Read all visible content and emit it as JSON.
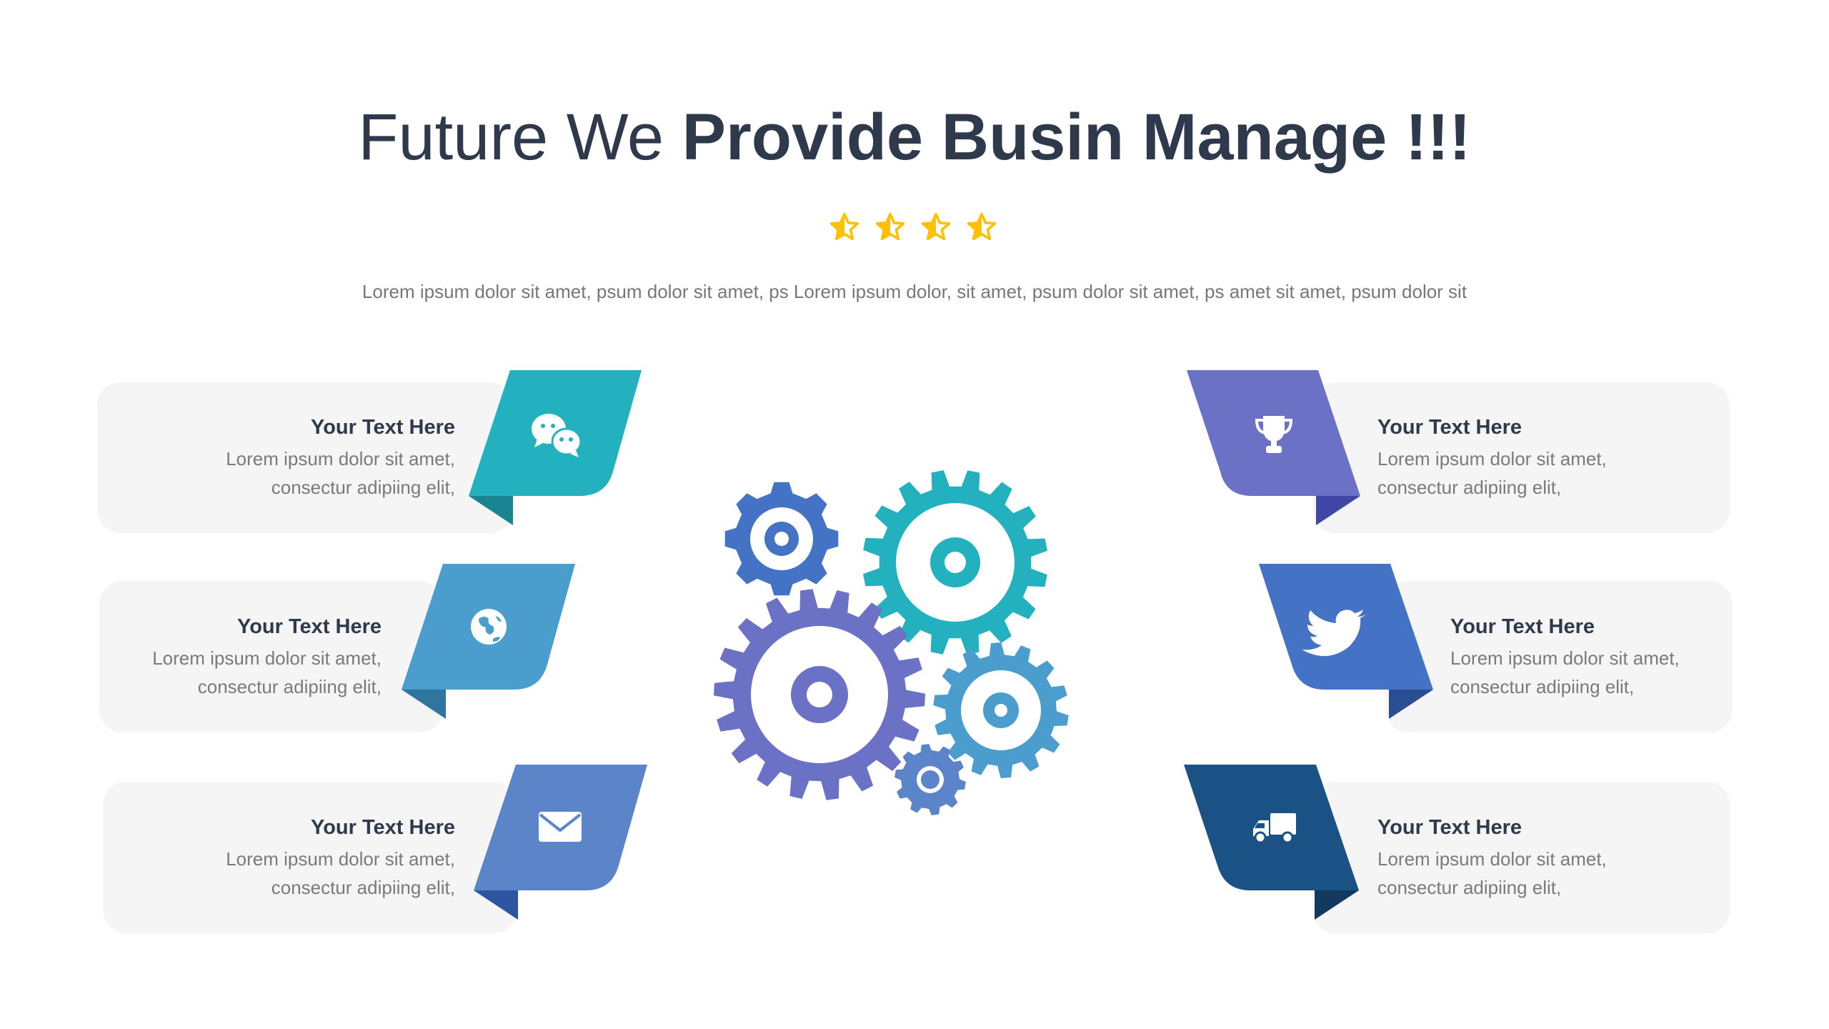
{
  "title": {
    "light": "Future We ",
    "bold": "Provide Busin Manage !!!"
  },
  "rating": {
    "stars": 4,
    "star_color": "#FFC000"
  },
  "subtitle": "Lorem ipsum dolor sit amet, psum dolor sit amet, ps Lorem ipsum dolor, sit amet, psum dolor sit amet, ps amet sit amet, psum dolor sit",
  "items": [
    {
      "title": "Your Text Here",
      "line1": "Lorem ipsum dolor sit amet,",
      "line2": "consectur adipiing elit,",
      "icon": "wechat-icon",
      "color": "#23B1BF",
      "fold": "#1A8590"
    },
    {
      "title": "Your Text Here",
      "line1": "Lorem ipsum dolor sit amet,",
      "line2": "consectur adipiing elit,",
      "icon": "globe-icon",
      "color": "#4A9DCD",
      "fold": "#2F75A0"
    },
    {
      "title": "Your Text Here",
      "line1": "Lorem ipsum dolor sit amet,",
      "line2": "consectur adipiing elit,",
      "icon": "mail-icon",
      "color": "#5B84C9",
      "fold": "#2F55A0"
    },
    {
      "title": "Your Text Here",
      "line1": "Lorem ipsum dolor sit amet,",
      "line2": "consectur adipiing elit,",
      "icon": "trophy-icon",
      "color": "#6B71C4",
      "fold": "#3F46A3"
    },
    {
      "title": "Your Text Here",
      "line1": "Lorem ipsum dolor sit amet,",
      "line2": "consectur adipiing elit,",
      "icon": "twitter-icon",
      "color": "#4472C4",
      "fold": "#2A4E94"
    },
    {
      "title": "Your Text Here",
      "line1": "Lorem ipsum dolor sit amet,",
      "line2": "consectur adipiing elit,",
      "icon": "truck-icon",
      "color": "#1B5286",
      "fold": "#123A60"
    }
  ],
  "gear_colors": [
    "#4472C4",
    "#23B1BF",
    "#6B71C4",
    "#4A9DCD",
    "#5B84C9"
  ]
}
